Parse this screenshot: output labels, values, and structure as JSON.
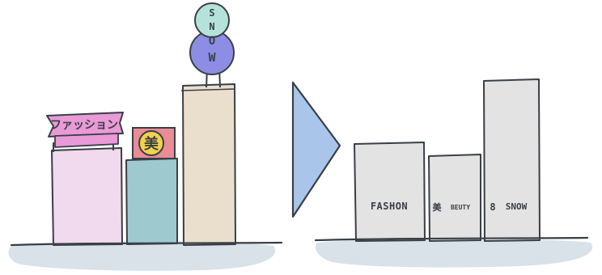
{
  "left_panel": {
    "fashion_sign": "ファッション",
    "beauty_badge": "美",
    "snow_letters": [
      "S",
      "N",
      "O",
      "W"
    ]
  },
  "arrow": {
    "color": "#a9c6ea"
  },
  "right_panel": {
    "fashion_label": "FASHON",
    "beauty_prefix": "美",
    "beauty_label": "BEUTY",
    "snow_prefix": "8",
    "snow_label": "SNOW"
  },
  "colors": {
    "fashion_building": "#f1d9ee",
    "fashion_sign": "#e99ad7",
    "beauty_building": "#9ec9cf",
    "beauty_sign": "#e98c95",
    "beauty_badge": "#f0d24e",
    "snow_building": "#eadfcd",
    "snow_top": "#b5e3da",
    "snow_bottom": "#8d8de6",
    "gray_building": "#e3e3e3",
    "shadow": "#b8cbd5",
    "ink": "#3a3f46"
  }
}
